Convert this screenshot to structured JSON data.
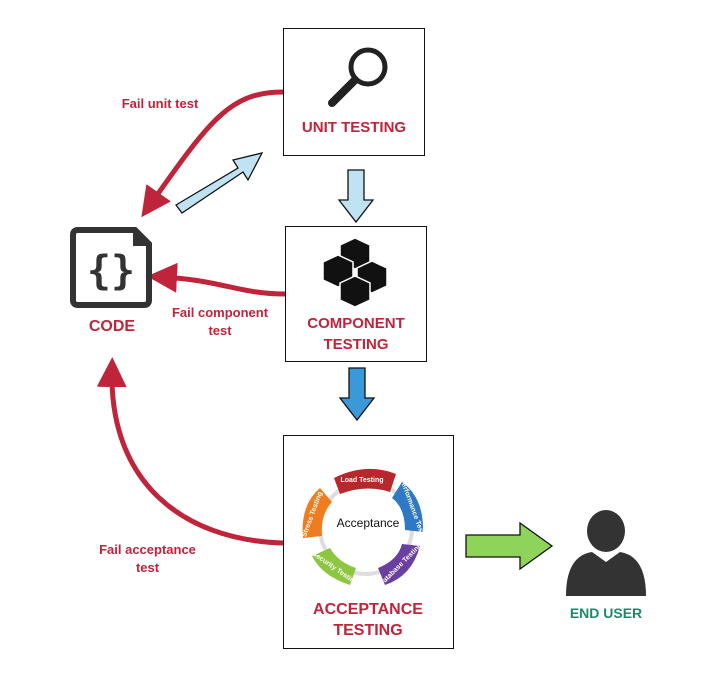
{
  "colors": {
    "fail": "#c0243a",
    "forward_light": "#bfe3f2",
    "forward_dark": "#3a9ad9",
    "to_user": "#8fd45a",
    "end_user_label": "#1a8a6a"
  },
  "code": {
    "label": "CODE",
    "icon": "code-file-icon"
  },
  "unit": {
    "label": "UNIT TESTING",
    "icon": "magnifier-icon"
  },
  "component": {
    "label_line1": "COMPONENT",
    "label_line2": "TESTING",
    "icon": "cubes-icon"
  },
  "acceptance": {
    "label_line1": "ACCEPTANCE",
    "label_line2": "TESTING",
    "center": "Acceptance",
    "segments": [
      "Load Testing",
      "Performance Testing",
      "Database Testing",
      "Security Testing",
      "Stress Testing"
    ]
  },
  "end_user": {
    "label": "END USER",
    "icon": "user-icon"
  },
  "fail_labels": {
    "unit": "Fail unit test",
    "component_line1": "Fail component",
    "component_line2": "test",
    "acceptance_line1": "Fail acceptance",
    "acceptance_line2": "test"
  }
}
